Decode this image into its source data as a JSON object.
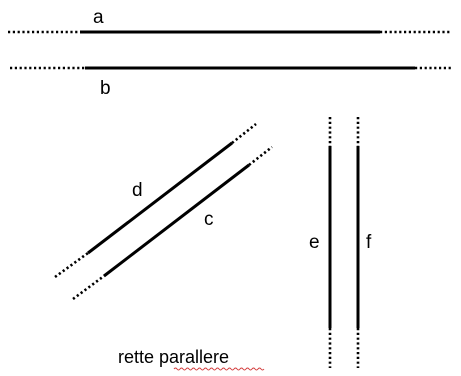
{
  "diagram": {
    "caption": "rette parallere",
    "lines": [
      {
        "id": "a",
        "label": "a",
        "orientation": "horizontal"
      },
      {
        "id": "b",
        "label": "b",
        "orientation": "horizontal"
      },
      {
        "id": "c",
        "label": "c",
        "orientation": "diagonal"
      },
      {
        "id": "d",
        "label": "d",
        "orientation": "diagonal"
      },
      {
        "id": "e",
        "label": "e",
        "orientation": "vertical"
      },
      {
        "id": "f",
        "label": "f",
        "orientation": "vertical"
      }
    ],
    "colors": {
      "ink": "#000000",
      "spellcheck_underline": "#d23b3b",
      "background": "#ffffff"
    }
  }
}
